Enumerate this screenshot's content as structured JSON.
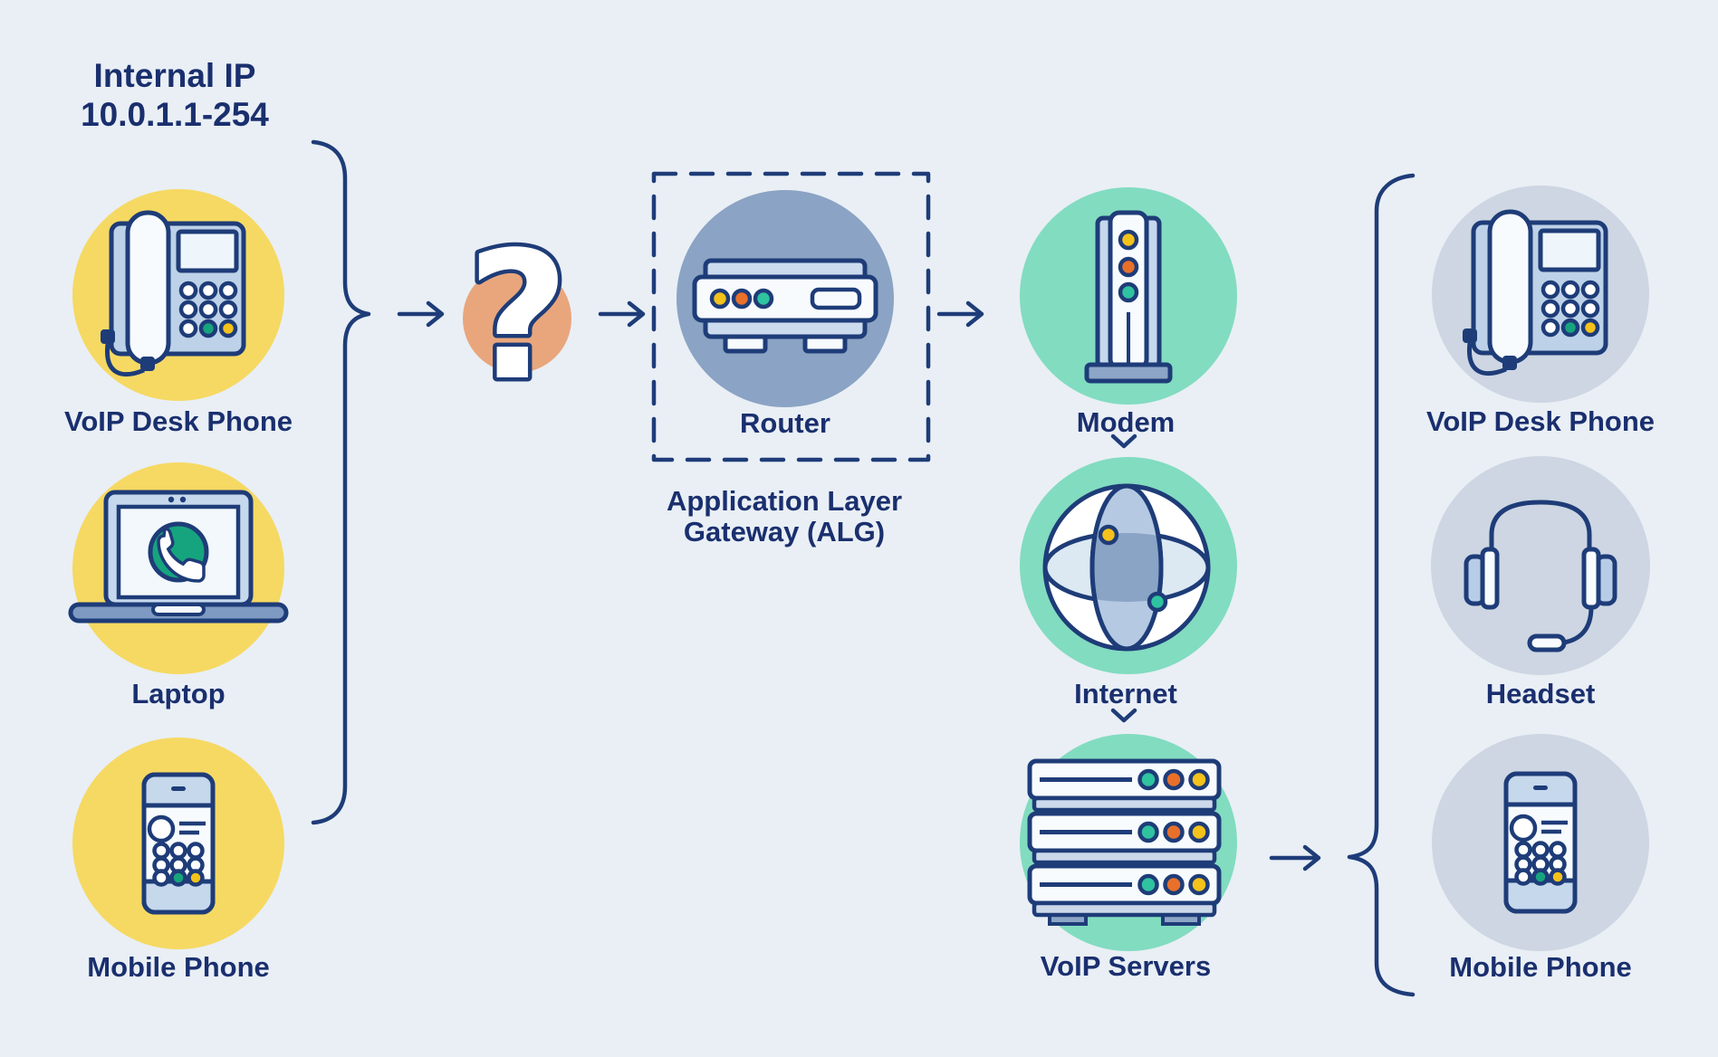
{
  "title": {
    "line1": "Internal IP",
    "line2": "10.0.1.1-254"
  },
  "left_group": {
    "items": [
      {
        "label": "VoIP Desk Phone",
        "icon": "voip-desk-phone-icon"
      },
      {
        "label": "Laptop",
        "icon": "laptop-icon"
      },
      {
        "label": "Mobile Phone",
        "icon": "mobile-phone-icon"
      }
    ]
  },
  "question_node": {
    "symbol": "?"
  },
  "alg_box": {
    "node_label": "Router",
    "icon": "router-icon",
    "caption_line1": "Application Layer",
    "caption_line2": "Gateway (ALG)"
  },
  "middle_group": {
    "items": [
      {
        "label": "Modem",
        "icon": "modem-icon"
      },
      {
        "label": "Internet",
        "icon": "internet-globe-icon"
      },
      {
        "label": "VoIP Servers",
        "icon": "server-stack-icon"
      }
    ]
  },
  "right_group": {
    "items": [
      {
        "label": "VoIP Desk Phone",
        "icon": "voip-desk-phone-icon"
      },
      {
        "label": "Headset",
        "icon": "headset-icon"
      },
      {
        "label": "Mobile Phone",
        "icon": "mobile-phone-icon"
      }
    ]
  },
  "colors": {
    "background": "#e9eff5",
    "outline_navy": "#1e3c78",
    "text_navy": "#1a2f6e",
    "yellow_circle": "#f6d963",
    "green_circle": "#82dcc0",
    "gray_circle": "#cdd6e2",
    "orange_circle": "#e9a67c",
    "blue_circle": "#8ba3c4",
    "accent_yellow": "#f4c21b",
    "accent_orange": "#e8702a",
    "accent_teal": "#2fc3a0",
    "accent_green": "#16a47e"
  }
}
